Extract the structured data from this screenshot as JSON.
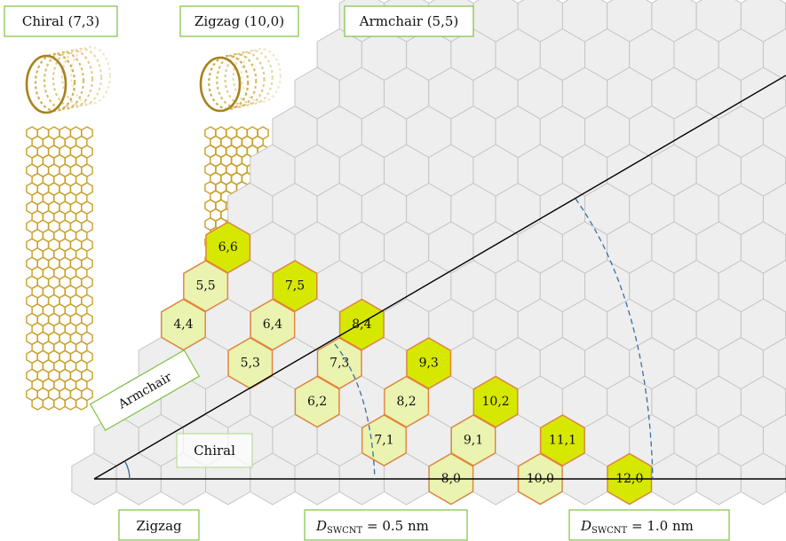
{
  "labels": {
    "chiral_7_3": "Chiral (7,3)",
    "zigzag_10_0": "Zigzag (10,0)",
    "armchair_5_5": "Armchair (5,5)",
    "armchair_axis": "Armchair",
    "chiral_region": "Chiral",
    "zigzag_axis": "Zigzag",
    "diam_small": "D",
    "diam_small_sub": "SWCNT",
    "diam_small_val": " = 0.5 nm",
    "diam_large": "D",
    "diam_large_sub": "SWCNT",
    "diam_large_val": " = 1.0 nm"
  },
  "colors": {
    "box_border": "#7dc242",
    "hex_fill": "#eeeeee",
    "hex_stroke": "#c4c4c4",
    "light_fill": "#eaf3b0",
    "bright_fill": "#d6e800",
    "hex_highlight_stroke": "#e3823a",
    "dash": "#3a6ea5",
    "atom": "#c9a02a"
  },
  "chiral_hexes": [
    {
      "label": "4,4",
      "bright": false
    },
    {
      "label": "5,5",
      "bright": false
    },
    {
      "label": "6,6",
      "bright": true
    },
    {
      "label": "5,3",
      "bright": false
    },
    {
      "label": "6,4",
      "bright": false
    },
    {
      "label": "7,5",
      "bright": true
    },
    {
      "label": "6,2",
      "bright": false
    },
    {
      "label": "7,3",
      "bright": false
    },
    {
      "label": "8,4",
      "bright": true
    },
    {
      "label": "7,1",
      "bright": false
    },
    {
      "label": "8,2",
      "bright": false
    },
    {
      "label": "9,3",
      "bright": true
    },
    {
      "label": "8,0",
      "bright": false
    },
    {
      "label": "9,1",
      "bright": false
    },
    {
      "label": "10,2",
      "bright": true
    },
    {
      "label": "10,0",
      "bright": false
    },
    {
      "label": "11,1",
      "bright": true
    },
    {
      "label": "12,0",
      "bright": true
    }
  ]
}
